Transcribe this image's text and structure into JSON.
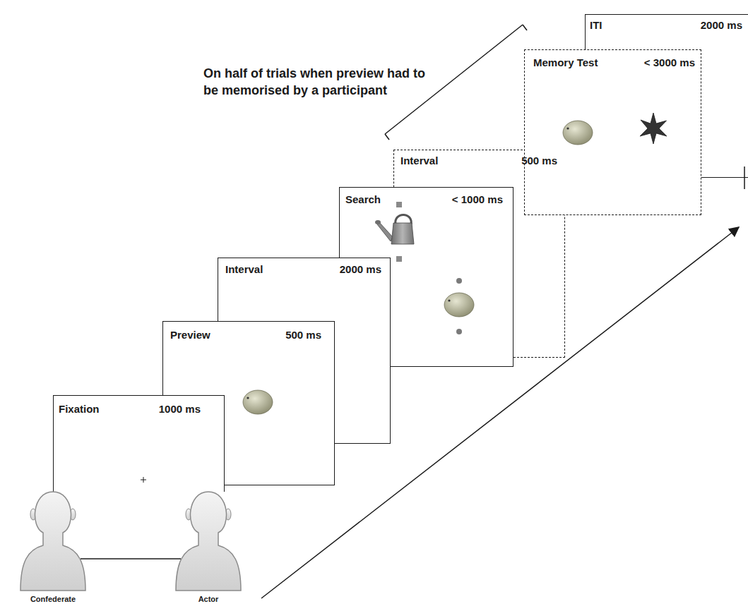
{
  "diagram": {
    "nodes": [
      {
        "text": [
          "Fixation",
          "1000 ms"
        ]
      },
      {
        "text": [
          "Preview",
          "500 ms"
        ]
      },
      {
        "text": [
          "Interval",
          "2000 ms"
        ]
      },
      {
        "text": [
          "Search",
          "< 1000 ms"
        ]
      },
      {
        "text": [
          "Interval",
          "500 ms"
        ]
      },
      {
        "text": [
          "Memory Test",
          "< 3000 ms"
        ]
      },
      {
        "text": [
          "ITI",
          "2000 ms"
        ]
      }
    ],
    "labels": [
      "On half of trials when preview had to be memorised by a participant",
      "Confederate",
      "Actor"
    ]
  }
}
